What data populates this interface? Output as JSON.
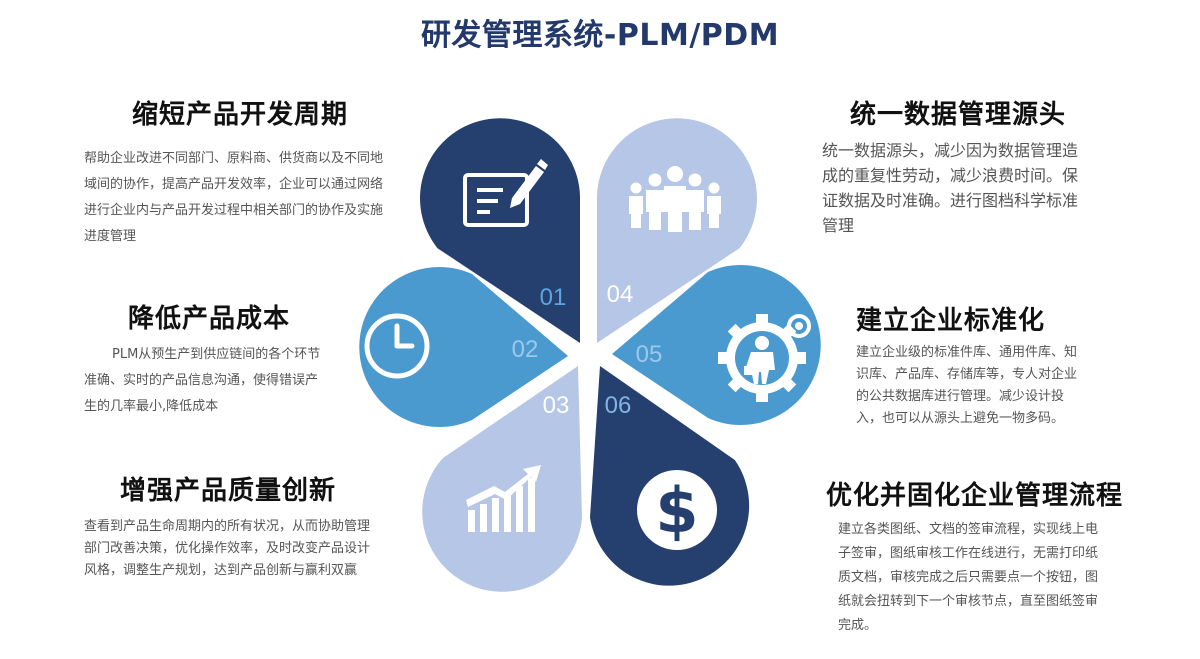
{
  "title": "研发管理系统-PLM/PDM",
  "items": [
    {
      "number": "01",
      "heading": "缩短产品开发周期",
      "text": "帮助企业改进不同部门、原料商、供货商以及不同地域间的协作，提高产品开发效率，企业可以通过网络进行企业内与产品开发过程中相关部门的协作及实施进度管理",
      "icon": "document-edit-icon",
      "color": "#253f6e"
    },
    {
      "number": "02",
      "heading": "降低产品成本",
      "text": "PLM从预生产到供应链间的各个环节准确、实时的产品信息沟通，使得错误产生的几率最小,降低成本",
      "icon": "clock-icon",
      "color": "#4a9ad0"
    },
    {
      "number": "03",
      "heading": "增强产品质量创新",
      "text": "查看到产品生命周期内的所有状况，从而协助管理部门改善决策，优化操作效率，及时改变产品设计风格，调整生产规划，达到产品创新与赢利双赢",
      "icon": "growth-chart-icon",
      "color": "#b6c6e6"
    },
    {
      "number": "04",
      "heading": "统一数据管理源头",
      "text": "统一数据源头，减少因为数据管理造成的重复性劳动，减少浪费时间。保证数据及时准确。进行图档科学标准管理",
      "icon": "people-group-icon",
      "color": "#b6c6e6"
    },
    {
      "number": "05",
      "heading": "建立企业标准化",
      "text": "建立企业级的标准件库、通用件库、知识库、产品库、存储库等，专人对企业的公共数据库进行管理。减少设计投入，也可以从源头上避免一物多码。",
      "icon": "gear-businessman-icon",
      "color": "#4a9ad0"
    },
    {
      "number": "06",
      "heading": "优化并固化企业管理流程",
      "text": "建立各类图纸、文档的签审流程，实现线上电子签审，图纸审核工作在线进行，无需打印纸质文档，审核完成之后只需要点一个按钮，图纸就会扭转到下一个审核节点，直至图纸签审完成。",
      "icon": "dollar-icon",
      "color": "#253f6e"
    }
  ]
}
